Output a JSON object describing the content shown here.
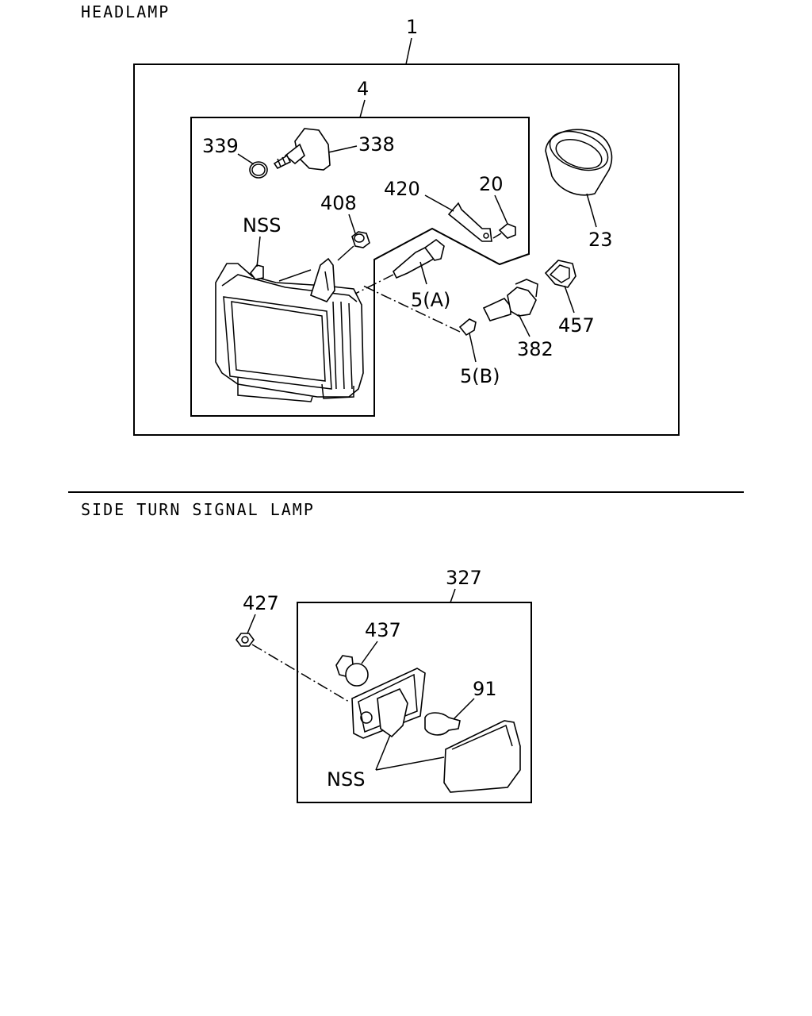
{
  "sections": {
    "headlamp": {
      "title": "HEADLAMP"
    },
    "side_turn": {
      "title": "SIDE TURN SIGNAL LAMP"
    }
  },
  "callouts": {
    "c1": "1",
    "c4": "4",
    "c339": "339",
    "c338": "338",
    "c420": "420",
    "c20": "20",
    "c408": "408",
    "c23": "23",
    "cNSS1": "NSS",
    "c5A": "5(A)",
    "c457": "457",
    "c382": "382",
    "c5B": "5(B)",
    "c327": "327",
    "c427": "427",
    "c437": "437",
    "c91": "91",
    "cNSS2": "NSS"
  }
}
